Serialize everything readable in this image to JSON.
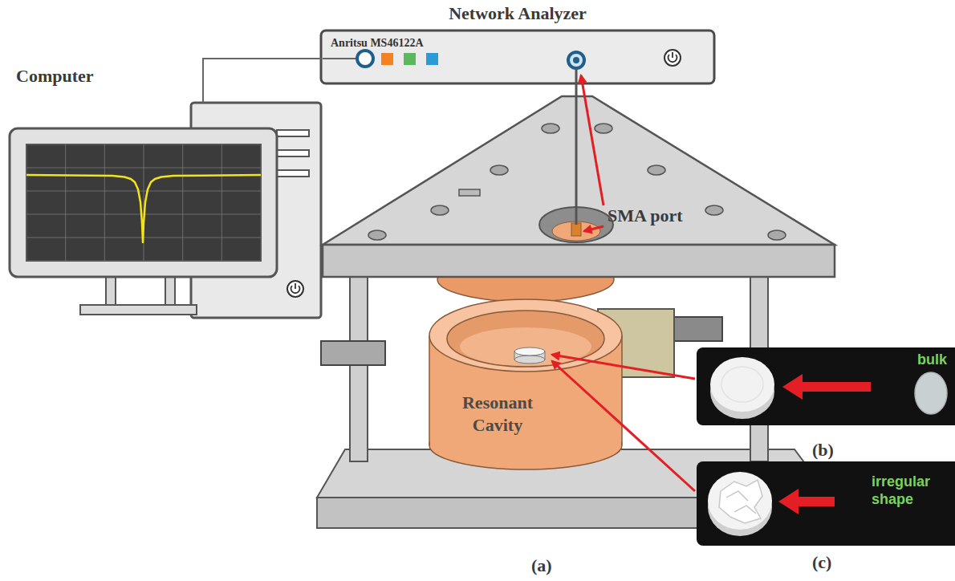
{
  "diagram": {
    "nodes": [
      {
        "text": [
          "Network Analyzer",
          "Anritsu MS46122A"
        ]
      },
      {
        "text": [
          "Computer"
        ]
      },
      {
        "text": [
          "Resonant Cavity"
        ]
      },
      {
        "text": [
          "bulk"
        ]
      },
      {
        "text": [
          "irregular shape"
        ]
      }
    ],
    "edges": [
      {
        "from": 1,
        "to": 0,
        "arrow": "none"
      }
    ],
    "labels": [
      "SMA port",
      "(a)",
      "(b)",
      "(c)"
    ]
  }
}
